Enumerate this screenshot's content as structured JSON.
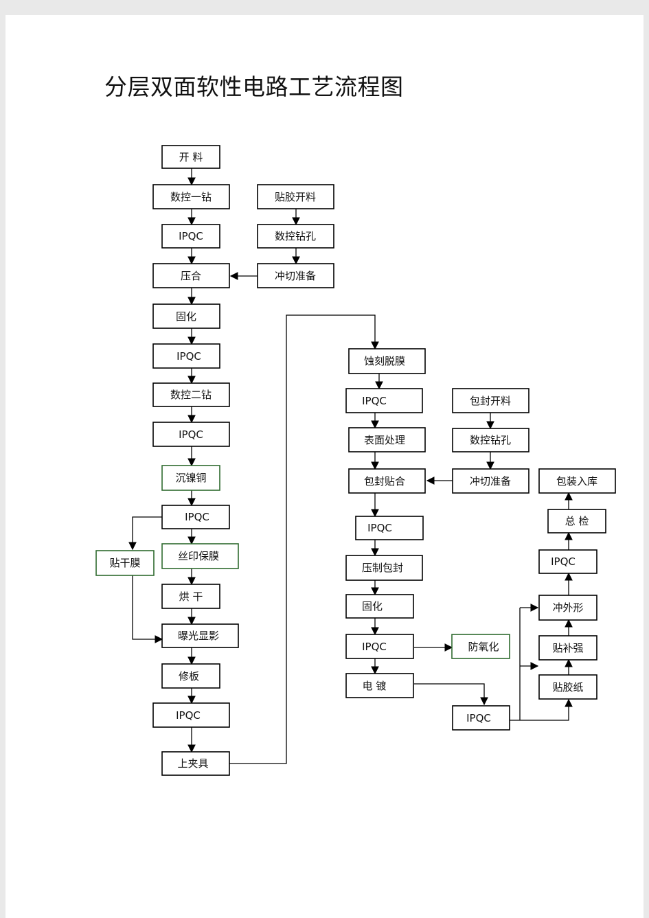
{
  "title": "分层双面软性电路工艺流程图",
  "colors": {
    "box_border": "#000000",
    "green_border": "#2f6b2f",
    "text": "#111111"
  },
  "nodes": {
    "kailiao": "开 料",
    "shukong1": "数控一钻",
    "ipqc1": "IPQC",
    "yahe": "压合",
    "guhua1": "固化",
    "ipqc2": "IPQC",
    "shukong2": "数控二钻",
    "ipqc3": "IPQC",
    "chennietong": "沉镍铜",
    "ipqc4": "IPQC",
    "tiegan": "贴干膜",
    "sizhubao": "丝印保膜",
    "honggan": "烘 干",
    "baoguang": "曝光显影",
    "xiuban": "修板",
    "ipqc5": "IPQC",
    "shangjiaju": "上夹具",
    "tiejiaokai": "贴胶开料",
    "shukongkong": "数控钻孔",
    "chongqie1": "冲切准备",
    "shike": "蚀刻脱膜",
    "ipqc6": "IPQC",
    "biaomian": "表面处理",
    "baofengtie": "包封贴合",
    "ipqc7": "IPQC",
    "yazhi": "压制包封",
    "guhua2": "固化",
    "ipqc8": "IPQC",
    "dianduo": "电 镀",
    "fangyanghua": "防氧化",
    "ipqc9": "IPQC",
    "baofengkai": "包封开料",
    "shukongkong2": "数控钻孔",
    "chongqie2": "冲切准备",
    "tiejiaozhi": "贴胶纸",
    "tiebuqiang": "贴补强",
    "chongwai": "冲外形",
    "ipqc10": "IPQC",
    "zongjian": "总 检",
    "baozhuang": "包装入库"
  }
}
